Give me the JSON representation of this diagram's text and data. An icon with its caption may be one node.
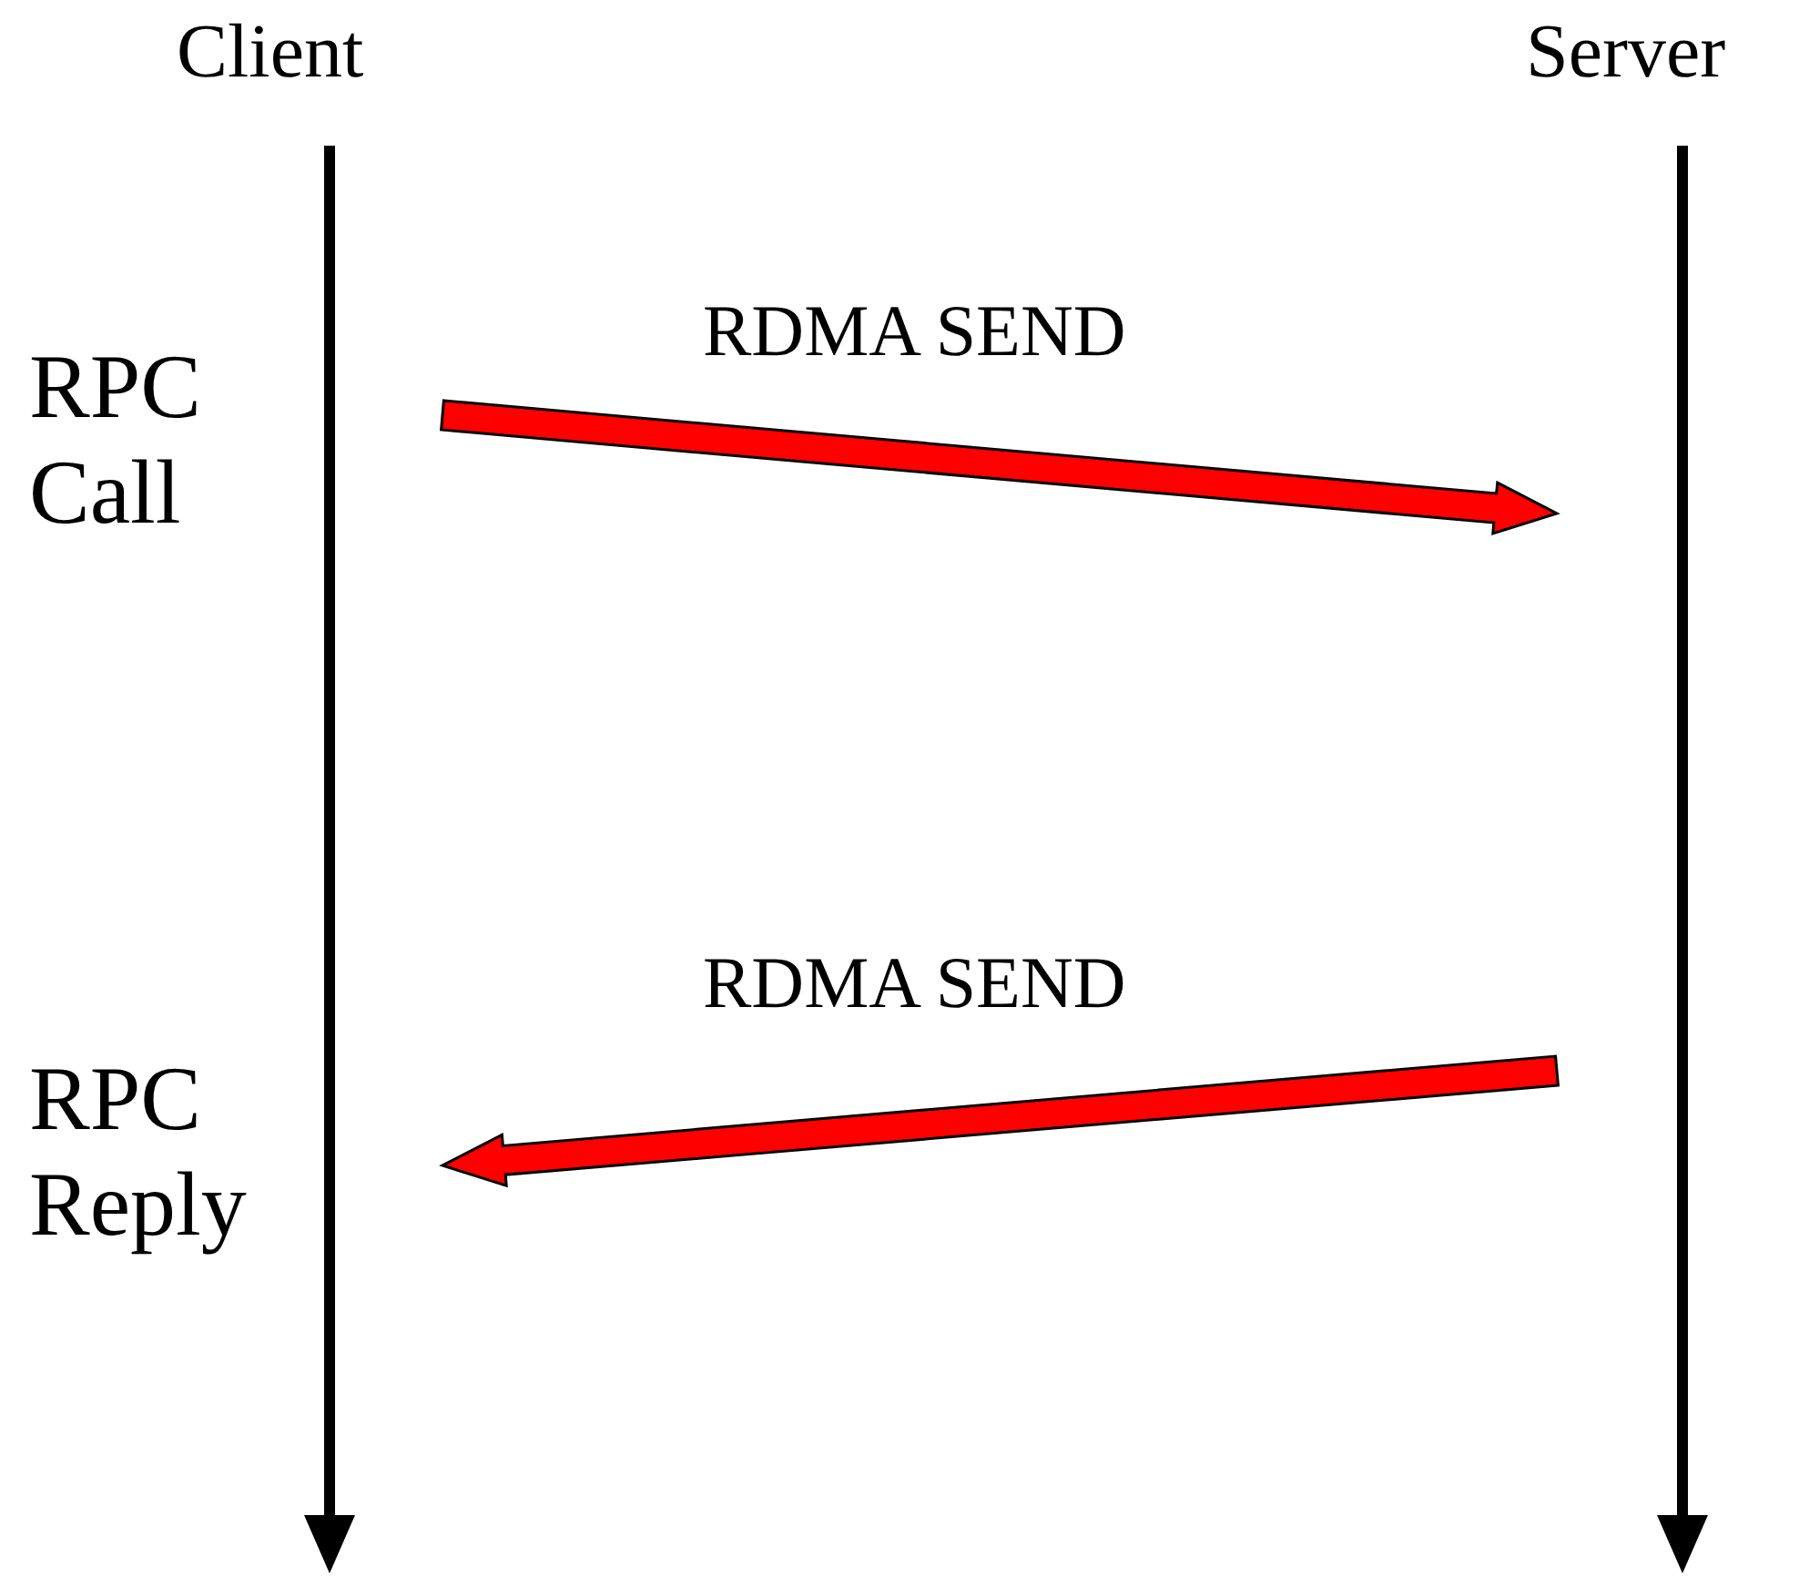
{
  "diagram": {
    "nodes": [
      {
        "text": [
          "Client"
        ]
      },
      {
        "text": [
          "Server"
        ]
      }
    ],
    "edges": [
      {
        "from": 0,
        "to": 1,
        "arrow": "to",
        "label": "RDMA SEND",
        "style": "thick"
      },
      {
        "from": 1,
        "to": 0,
        "arrow": "to",
        "label": "RDMA SEND",
        "style": "thick"
      }
    ],
    "labels": [
      "RPC Call",
      "RPC Reply"
    ]
  }
}
